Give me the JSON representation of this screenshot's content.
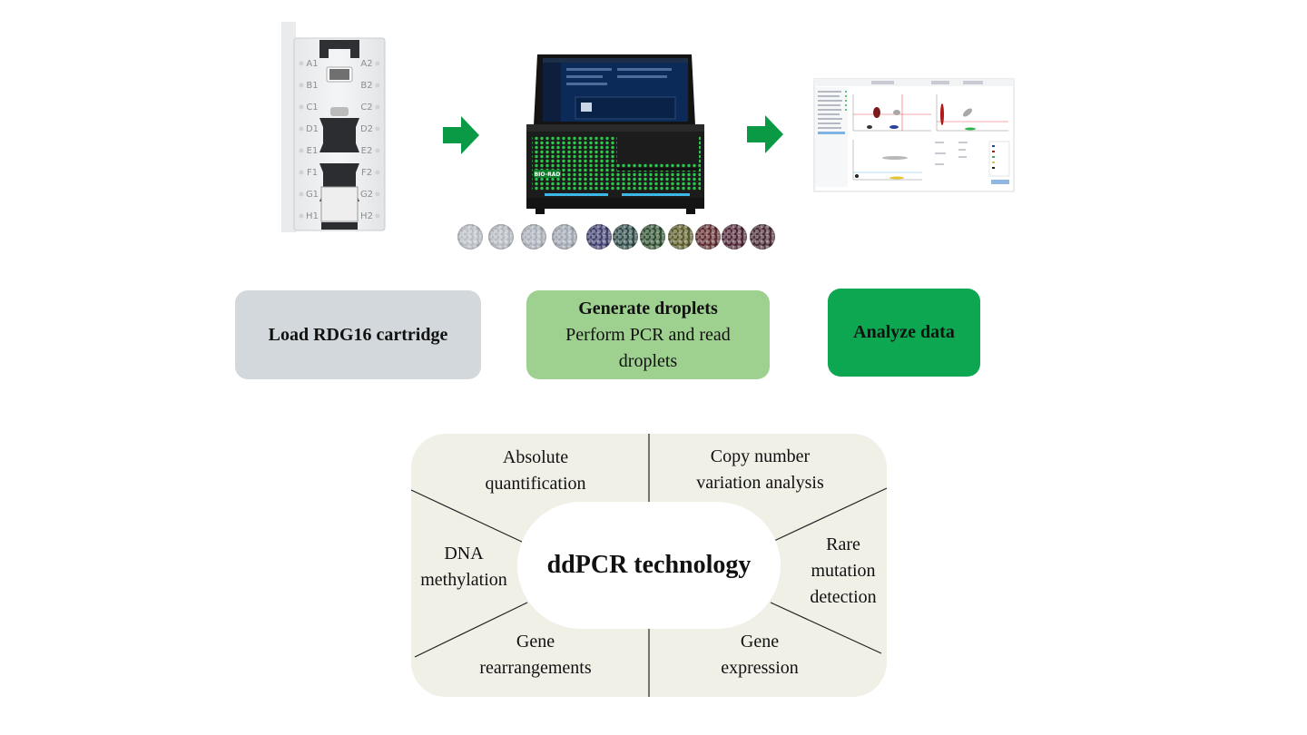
{
  "steps": {
    "load": "Load RDG16 cartridge",
    "generate_title": "Generate droplets",
    "generate_body": "Perform PCR and read droplets",
    "analyze": "Analyze data"
  },
  "cartridge": {
    "wells_left": [
      "A1",
      "B1",
      "C1",
      "D1",
      "E1",
      "F1",
      "G1",
      "H1"
    ],
    "wells_right": [
      "A2",
      "B2",
      "C2",
      "D2",
      "E2",
      "F2",
      "G2",
      "H2"
    ]
  },
  "instrument": {
    "brand": "BIO-RAD"
  },
  "droplet_colors": [
    "#b8bdc4",
    "#b3b8bf",
    "#a9afb8",
    "#9fa6b1",
    "#3e3e6e",
    "#2d4a47",
    "#2d4e2e",
    "#5a5a28",
    "#5e2a2e",
    "#4e2535",
    "#4a2a35"
  ],
  "colors": {
    "arrow": "#0a9a45",
    "load_box": "#d2d8db",
    "generate_box": "#9ed08f",
    "analyze_box": "#0ca750",
    "panel": "#f0f0e7"
  },
  "technology": {
    "center": "ddPCR technology",
    "applications": [
      "Absolute quantification",
      "Copy number variation analysis",
      "DNA methylation",
      "Rare mutation detection",
      "Gene rearrangements",
      "Gene expression"
    ]
  }
}
